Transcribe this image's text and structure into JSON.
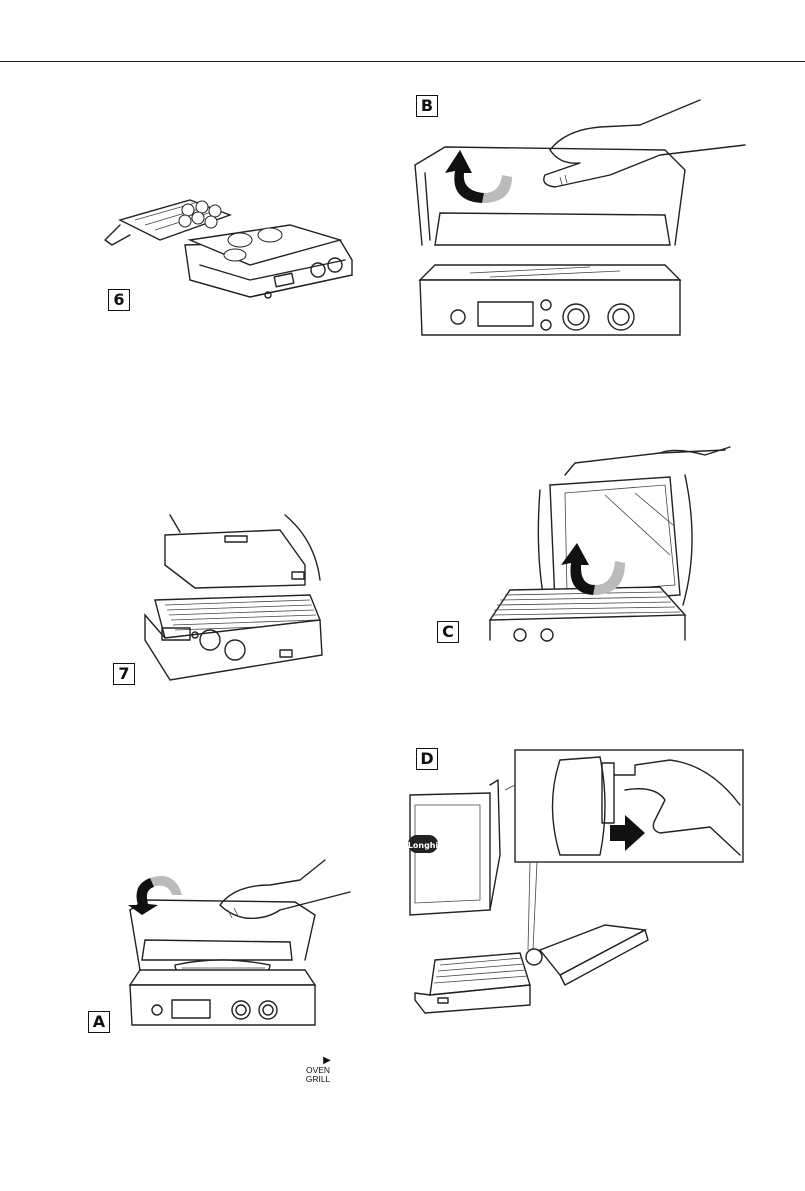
{
  "figures": {
    "fig6": {
      "label": "6",
      "icon": "grill-open-flat-with-food-icon"
    },
    "fig7": {
      "label": "7",
      "icon": "grill-lifting-top-plate-icon"
    },
    "figA": {
      "label": "A",
      "icon": "grill-closing-lid-with-hand-icon"
    },
    "figB": {
      "label": "B",
      "icon": "grill-opening-lid-with-hand-icon"
    },
    "figC": {
      "label": "C",
      "icon": "grill-lid-raised-arrow-icon"
    },
    "figD": {
      "label": "D",
      "icon": "oven-grill-hinge-release-icon",
      "inset_text": "OVEN\nGRILL",
      "logo_text": "Longhi"
    }
  },
  "legend": {
    "symbol": "▶",
    "line1": "OVEN",
    "line2": "GRILL"
  },
  "colors": {
    "ink": "#111111",
    "arrow_gray": "#bbbbbb",
    "background": "#ffffff"
  }
}
